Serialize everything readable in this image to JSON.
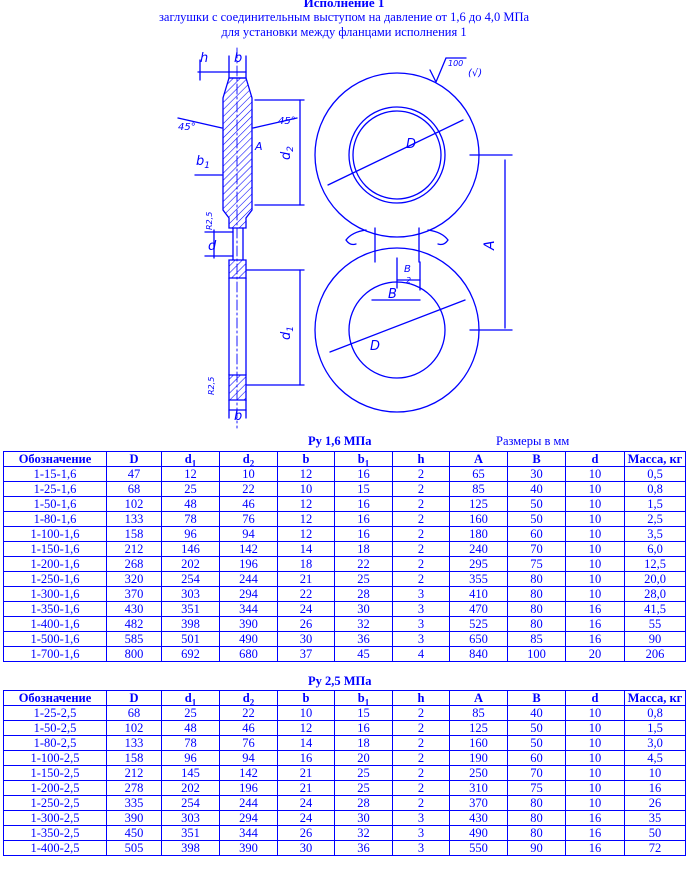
{
  "header": {
    "title": "Исполнение 1",
    "subtitle1": "заглушки с соединительным выступом на давление от 1,6 до 4,0 МПа",
    "subtitle2": "для установки между фланцами исполнения 1"
  },
  "drawing": {
    "labels": {
      "h": "h",
      "b": "b",
      "angle": "45°",
      "b1": "b",
      "b1_sub": "1",
      "A": "A",
      "d2": "d",
      "d2_sub": "2",
      "d": "d",
      "d1": "d",
      "d1_sub": "1",
      "r": "R2,5",
      "D": "D",
      "B": "B",
      "B_half": "B",
      "half": "2",
      "roughness": "100",
      "roughness_sym": "(√)"
    }
  },
  "captions": {
    "py16": "Ру 1,6 МПа",
    "units": "Размеры в мм",
    "py25": "Ру 2,5 МПа"
  },
  "columns": {
    "designation": "Обозначение",
    "D": "D",
    "d1": "d",
    "d1_sub": "1",
    "d2": "d",
    "d2_sub": "2",
    "b": "b",
    "b1": "b",
    "b1_sub": "1",
    "h": "h",
    "A": "A",
    "B": "B",
    "d": "d",
    "mass": "Масса, кг"
  },
  "table_16": [
    [
      "1-15-1,6",
      "47",
      "12",
      "10",
      "12",
      "16",
      "2",
      "65",
      "30",
      "10",
      "0,5"
    ],
    [
      "1-25-1,6",
      "68",
      "25",
      "22",
      "10",
      "15",
      "2",
      "85",
      "40",
      "10",
      "0,8"
    ],
    [
      "1-50-1,6",
      "102",
      "48",
      "46",
      "12",
      "16",
      "2",
      "125",
      "50",
      "10",
      "1,5"
    ],
    [
      "1-80-1,6",
      "133",
      "78",
      "76",
      "12",
      "16",
      "2",
      "160",
      "50",
      "10",
      "2,5"
    ],
    [
      "1-100-1,6",
      "158",
      "96",
      "94",
      "12",
      "16",
      "2",
      "180",
      "60",
      "10",
      "3,5"
    ],
    [
      "1-150-1,6",
      "212",
      "146",
      "142",
      "14",
      "18",
      "2",
      "240",
      "70",
      "10",
      "6,0"
    ],
    [
      "1-200-1,6",
      "268",
      "202",
      "196",
      "18",
      "22",
      "2",
      "295",
      "75",
      "10",
      "12,5"
    ],
    [
      "1-250-1,6",
      "320",
      "254",
      "244",
      "21",
      "25",
      "2",
      "355",
      "80",
      "10",
      "20,0"
    ],
    [
      "1-300-1,6",
      "370",
      "303",
      "294",
      "22",
      "28",
      "3",
      "410",
      "80",
      "10",
      "28,0"
    ],
    [
      "1-350-1,6",
      "430",
      "351",
      "344",
      "24",
      "30",
      "3",
      "470",
      "80",
      "16",
      "41,5"
    ],
    [
      "1-400-1,6",
      "482",
      "398",
      "390",
      "26",
      "32",
      "3",
      "525",
      "80",
      "16",
      "55"
    ],
    [
      "1-500-1,6",
      "585",
      "501",
      "490",
      "30",
      "36",
      "3",
      "650",
      "85",
      "16",
      "90"
    ],
    [
      "1-700-1,6",
      "800",
      "692",
      "680",
      "37",
      "45",
      "4",
      "840",
      "100",
      "20",
      "206"
    ]
  ],
  "table_25": [
    [
      "1-25-2,5",
      "68",
      "25",
      "22",
      "10",
      "15",
      "2",
      "85",
      "40",
      "10",
      "0,8"
    ],
    [
      "1-50-2,5",
      "102",
      "48",
      "46",
      "12",
      "16",
      "2",
      "125",
      "50",
      "10",
      "1,5"
    ],
    [
      "1-80-2,5",
      "133",
      "78",
      "76",
      "14",
      "18",
      "2",
      "160",
      "50",
      "10",
      "3,0"
    ],
    [
      "1-100-2,5",
      "158",
      "96",
      "94",
      "16",
      "20",
      "2",
      "190",
      "60",
      "10",
      "4,5"
    ],
    [
      "1-150-2,5",
      "212",
      "145",
      "142",
      "21",
      "25",
      "2",
      "250",
      "70",
      "10",
      "10"
    ],
    [
      "1-200-2,5",
      "278",
      "202",
      "196",
      "21",
      "25",
      "2",
      "310",
      "75",
      "10",
      "16"
    ],
    [
      "1-250-2,5",
      "335",
      "254",
      "244",
      "24",
      "28",
      "2",
      "370",
      "80",
      "10",
      "26"
    ],
    [
      "1-300-2,5",
      "390",
      "303",
      "294",
      "24",
      "30",
      "3",
      "430",
      "80",
      "16",
      "35"
    ],
    [
      "1-350-2,5",
      "450",
      "351",
      "344",
      "26",
      "32",
      "3",
      "490",
      "80",
      "16",
      "50"
    ],
    [
      "1-400-2,5",
      "505",
      "398",
      "390",
      "30",
      "36",
      "3",
      "550",
      "90",
      "16",
      "72"
    ]
  ]
}
